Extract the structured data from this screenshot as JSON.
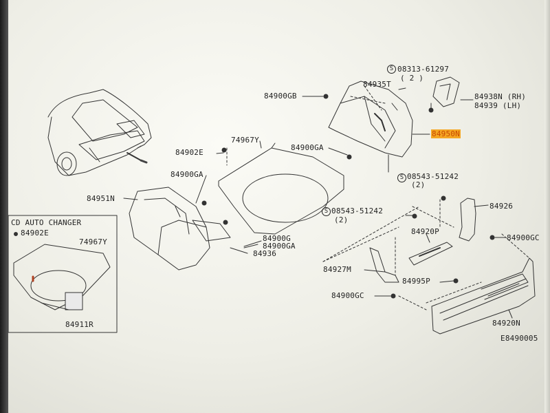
{
  "colors": {
    "background": "#f2f2ec",
    "ink": "#222222",
    "highlight": "#f5a623"
  },
  "labels": {
    "p08313": "08313-61297",
    "p08313_qty": "( 2 )",
    "p84935T": "84935T",
    "p84900GB": "84900GB",
    "p84938N": "84938N (RH)",
    "p84939": "84939  (LH)",
    "p84950N": "84950N",
    "p74967Y": "74967Y",
    "p84902E": "84902E",
    "p84900GA_top": "84900GA",
    "p84900GA_left": "84900GA",
    "p08543_a": "08543-51242",
    "p08543_a_qty": "(2)",
    "p84951N": "84951N",
    "p08543_b": "08543-51242",
    "p08543_b_qty": "(2)",
    "p84926": "84926",
    "p84920P": "84920P",
    "p84900GC_r": "84900GC",
    "p84900G": "84900G",
    "p84900GA_mid": "84900GA",
    "p84936": "84936",
    "p84927M": "84927M",
    "p84995P": "84995P",
    "p84900GC_b": "84900GC",
    "p84920N": "84920N",
    "ref": "E8490005"
  },
  "inset": {
    "title": "CD AUTO CHANGER",
    "p84902E": "84902E",
    "p74967Y": "74967Y",
    "p84911R": "84911R"
  },
  "icons": [
    "screw-icon",
    "bolt-icon",
    "clip-icon"
  ]
}
